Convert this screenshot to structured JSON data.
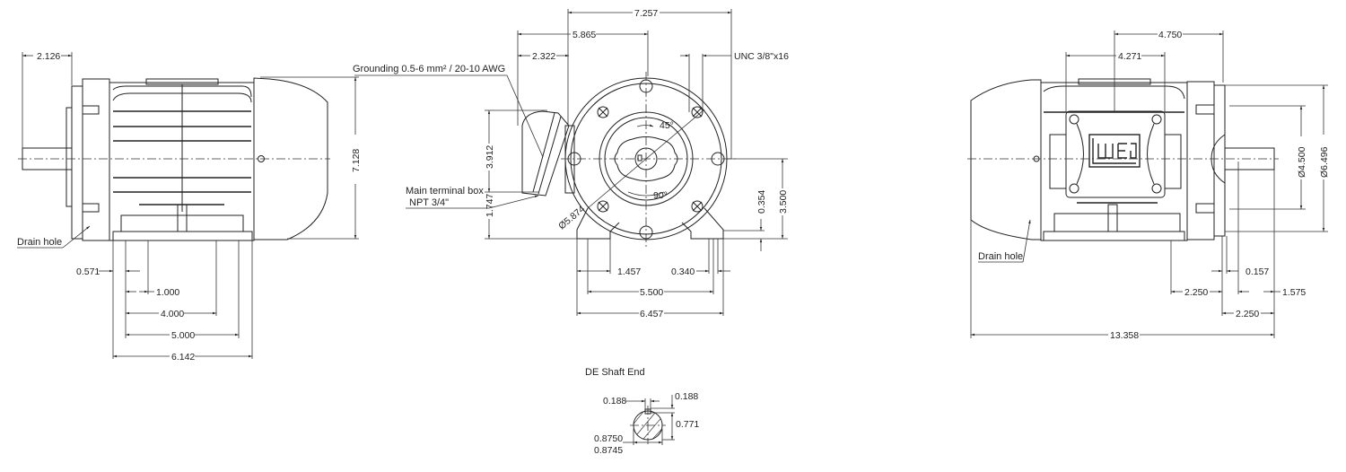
{
  "notes": {
    "grounding": "Grounding 0.5-6 mm² / 20-10 AWG",
    "terminal_box_line1": "Main terminal box",
    "terminal_box_line2": "NPT 3/4\"",
    "unc": "UNC 3/8\"x16",
    "drain_hole_left": "Drain hole",
    "drain_hole_right": "Drain hole",
    "shaft_end_title": "DE Shaft End",
    "logo": "WEG"
  },
  "side_view": {
    "d_2126": "2.126",
    "d_7128": "7.128",
    "d_0571": "0.571",
    "d_1000": "1.000",
    "d_4000": "4.000",
    "d_5000": "5.000",
    "d_6142": "6.142"
  },
  "front_view": {
    "d_7257": "7.257",
    "d_5865": "5.865",
    "d_2322": "2.322",
    "d_3912": "3.912",
    "d_1747": "1.747",
    "d_3500": "3.500",
    "d_0354": "0.354",
    "d_1457": "1.457",
    "d_0340": "0.340",
    "d_5500": "5.500",
    "d_6457": "6.457",
    "d_5874": "Ø5.874",
    "angle_45": "45°",
    "angle_90": "90°"
  },
  "rear_view": {
    "d_4750": "4.750",
    "d_4271": "4.271",
    "d_4500": "Ø4.500",
    "d_6496": "Ø6.496",
    "d_0157": "0.157",
    "d_2250a": "2.250",
    "d_1575": "1.575",
    "d_2250b": "2.250",
    "d_13358": "13.358"
  },
  "shaft_end": {
    "d_0188_key": "0.188",
    "d_0188_depth": "0.188",
    "d_0771": "0.771",
    "d_08750": "0.8750",
    "d_08745": "0.8745"
  }
}
